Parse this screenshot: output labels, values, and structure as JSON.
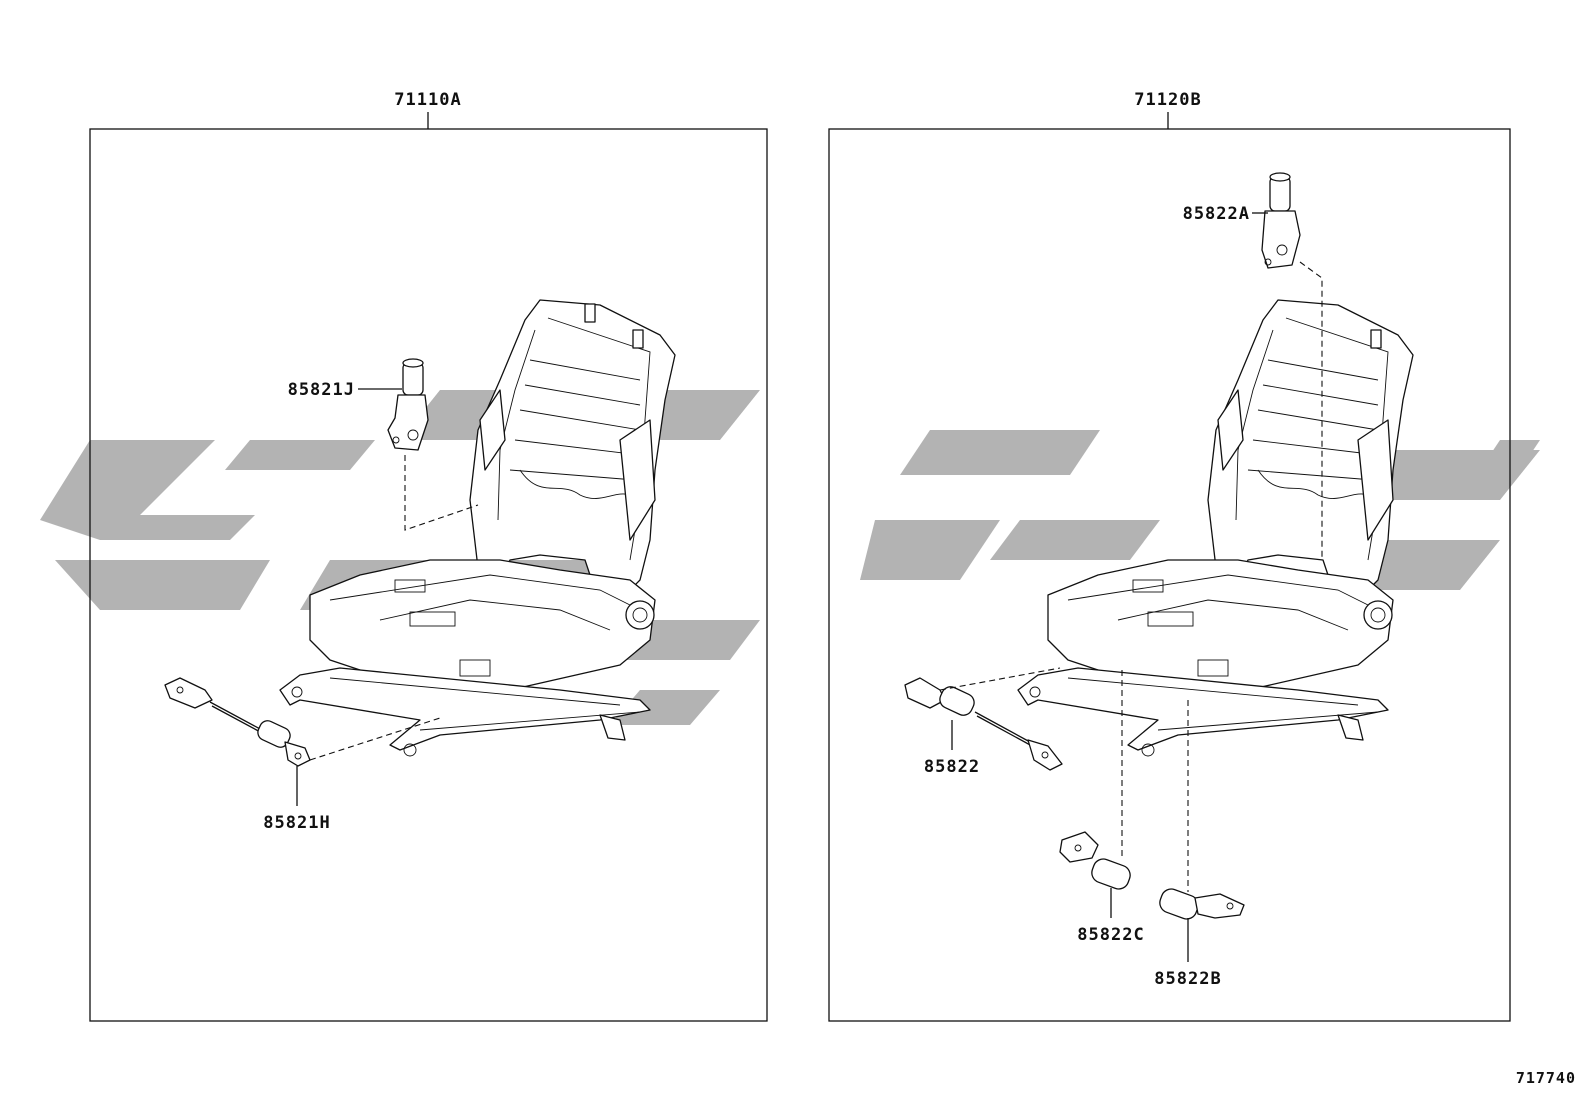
{
  "diagram": {
    "code": "717740",
    "assemblies": [
      {
        "id": "71110A",
        "parts": [
          "85821J",
          "85821H"
        ]
      },
      {
        "id": "71120B",
        "parts": [
          "85822A",
          "85822",
          "85822C",
          "85822B"
        ]
      }
    ]
  },
  "colors": {
    "line": "#111111",
    "watermark": "#b3b3b3",
    "background": "#ffffff"
  }
}
